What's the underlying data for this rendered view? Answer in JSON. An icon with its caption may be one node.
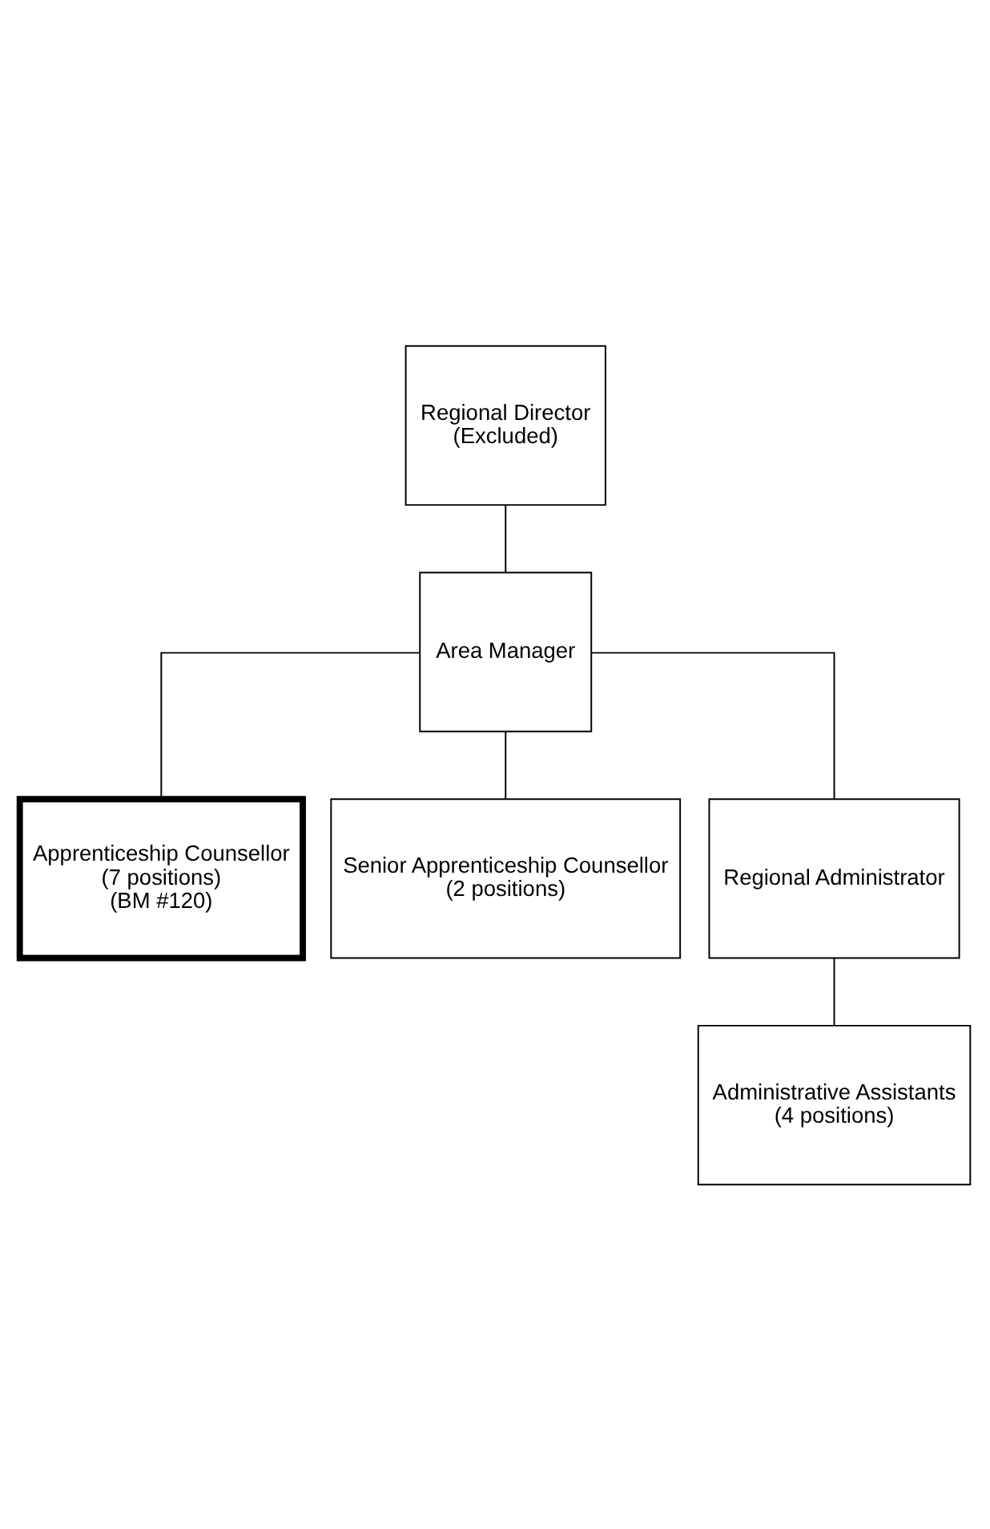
{
  "diagram": {
    "nodes": [
      {
        "text": [
          "Regional Director",
          "(Excluded)"
        ]
      },
      {
        "text": [
          "Area Manager"
        ]
      },
      {
        "text": [
          "Apprenticeship Counsellor",
          "(7 positions)",
          "(BM #120)"
        ]
      },
      {
        "text": [
          "Senior Apprenticeship Counsellor",
          "(2 positions)"
        ]
      },
      {
        "text": [
          "Regional Administrator"
        ]
      },
      {
        "text": [
          "Administrative Assistants",
          "(4 positions)"
        ]
      }
    ],
    "edges": [
      {
        "from": 0,
        "to": 1,
        "arrow": "none"
      },
      {
        "from": 1,
        "to": 2,
        "arrow": "none"
      },
      {
        "from": 1,
        "to": 3,
        "arrow": "none"
      },
      {
        "from": 1,
        "to": 4,
        "arrow": "none"
      },
      {
        "from": 4,
        "to": 5,
        "arrow": "none"
      }
    ]
  }
}
